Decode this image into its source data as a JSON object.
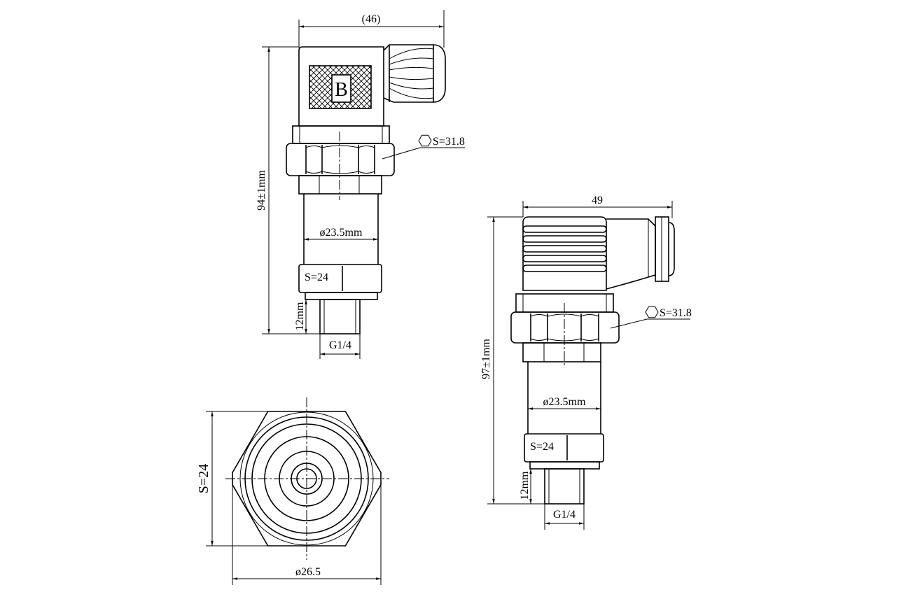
{
  "front_view": {
    "width_dim": "(46)",
    "label_box": "B",
    "hex_spec": "S=31.8",
    "height_dim": "94±1mm",
    "body_dia": "ø23.5mm",
    "small_hex": "S=24",
    "thread_len": "12mm",
    "thread": "G1/4"
  },
  "side_view": {
    "width_dim": "49",
    "hex_spec": "S=31.8",
    "height_dim": "97±1mm",
    "body_dia": "ø23.5mm",
    "small_hex": "S=24",
    "thread_len": "12mm",
    "thread": "G1/4"
  },
  "end_view": {
    "across_flats": "S=24",
    "diameter": "ø26.5"
  },
  "colors": {
    "line": "#000000",
    "background": "#ffffff"
  }
}
